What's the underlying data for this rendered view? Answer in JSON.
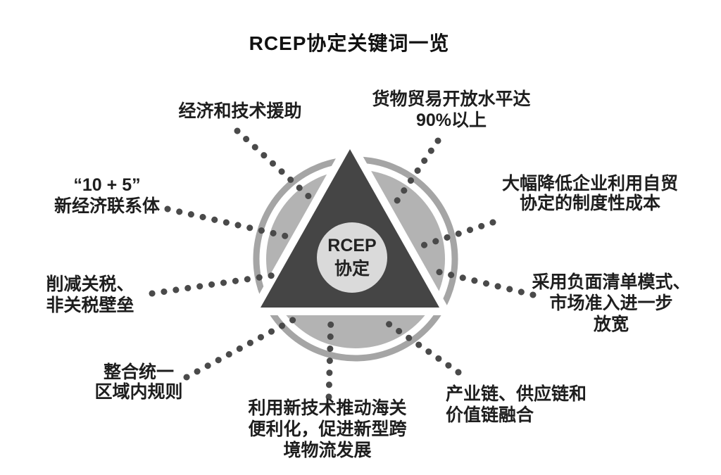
{
  "title": "RCEP协定关键词一览",
  "center": {
    "line1": "RCEP",
    "line2": "协定"
  },
  "colors": {
    "background": "#ffffff",
    "text": "#1e1e1e",
    "outer_ring": "#a5a5a5",
    "segments": "#b3b3b3",
    "triangle": "#454545",
    "center_circle": "#dadada",
    "dots": "#4a4a4a"
  },
  "keywords": [
    {
      "id": "econ-tech-aid",
      "lines": [
        "经济和技术援助"
      ]
    },
    {
      "id": "goods-trade-openness",
      "lines": [
        "货物贸易开放水平达",
        "90%以上"
      ]
    },
    {
      "id": "institutional-cost",
      "lines": [
        "大幅降低企业利用自贸",
        "协定的制度性成本"
      ]
    },
    {
      "id": "negative-list",
      "lines": [
        "采用负面清单模式、",
        "市场准入进一步",
        "放宽"
      ]
    },
    {
      "id": "ten-plus-five",
      "lines": [
        "“10 + 5”",
        "新经济联系体"
      ]
    },
    {
      "id": "tariff-reduction",
      "lines": [
        "削减关税、",
        "非关税壁垒"
      ]
    },
    {
      "id": "unified-rules",
      "lines": [
        "整合统一",
        "区域内规则"
      ]
    },
    {
      "id": "customs-logistics",
      "lines": [
        "利用新技术推动海关",
        "便利化，促进新型跨",
        "境物流发展"
      ]
    },
    {
      "id": "value-chain-integration",
      "lines": [
        "产业链、供应链和",
        "价值链融合"
      ]
    }
  ]
}
